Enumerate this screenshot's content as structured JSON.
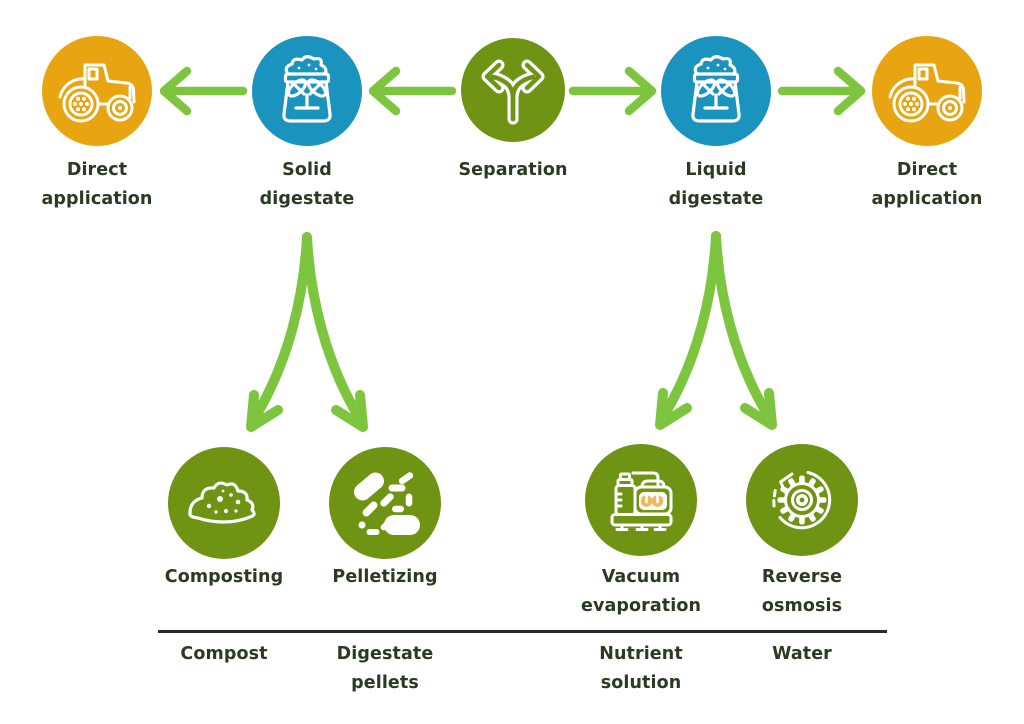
{
  "diagram": {
    "top_row": [
      {
        "id": "direct-application-left",
        "label": "Direct\napplication",
        "icon": "tractor-icon"
      },
      {
        "id": "solid-digestate",
        "label": "Solid\ndigestate",
        "icon": "digestate-bag-icon"
      },
      {
        "id": "separation",
        "label": "Separation",
        "icon": "split-arrows-icon"
      },
      {
        "id": "liquid-digestate",
        "label": "Liquid\ndigestate",
        "icon": "digestate-bag-icon"
      },
      {
        "id": "direct-application-right",
        "label": "Direct\napplication",
        "icon": "tractor-icon"
      }
    ],
    "process_row": [
      {
        "id": "composting",
        "label": "Composting",
        "icon": "compost-pile-icon"
      },
      {
        "id": "pelletizing",
        "label": "Pelletizing",
        "icon": "pellets-icon"
      },
      {
        "id": "vacuum-evaporation",
        "label": "Vacuum\nevaporation",
        "icon": "evaporator-machine-icon"
      },
      {
        "id": "reverse-osmosis",
        "label": "Reverse\nosmosis",
        "icon": "gear-cycle-icon"
      }
    ],
    "output_row": [
      {
        "id": "compost",
        "label": "Compost"
      },
      {
        "id": "digestate-pellets",
        "label": "Digestate\npellets"
      },
      {
        "id": "nutrient-solution",
        "label": "Nutrient\nsolution"
      },
      {
        "id": "water",
        "label": "Water"
      }
    ],
    "colors": {
      "application_circle": "#E9A511",
      "digestate_circle": "#1B93BF",
      "process_circle": "#6F9414",
      "arrow_green": "#7DC53E",
      "icon_stroke": "#FFFFFF",
      "gauge_accent": "#F0B860",
      "label_text": "#2B3A22",
      "divider_line": "#2A2A2A"
    }
  }
}
